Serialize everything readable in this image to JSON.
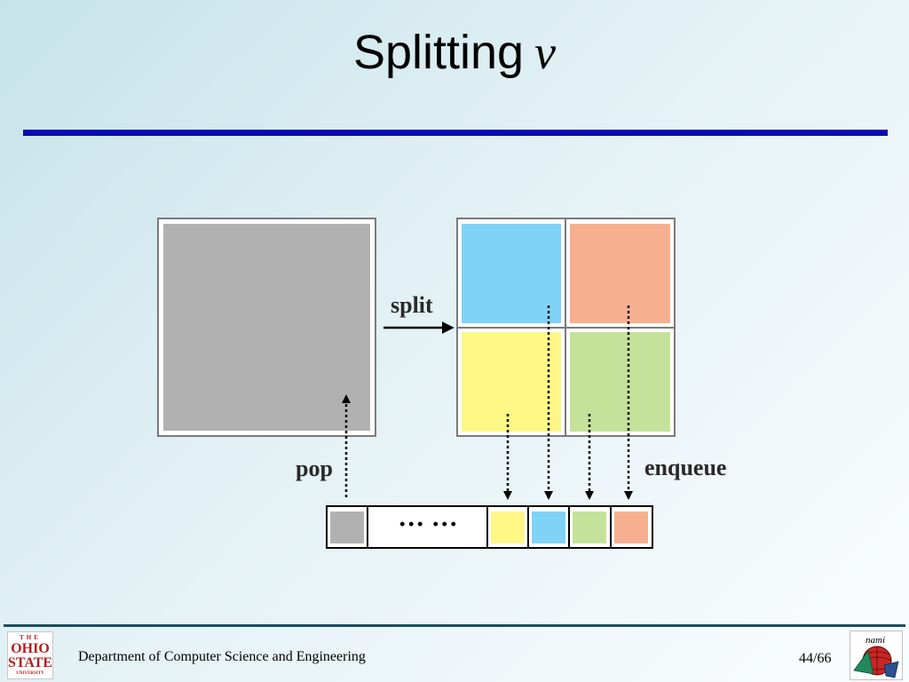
{
  "slide": {
    "title": "Splitting",
    "title_symbol": "ν",
    "footer_text": "Department of Computer Science and Engineering",
    "page_number": "44/66"
  },
  "diagram": {
    "labels": {
      "split": "split",
      "pop": "pop",
      "enqueue": "enqueue",
      "ellipsis": "··· ···"
    },
    "colors": {
      "gray": "#b1b1b1",
      "blue": "#7fd3f7",
      "orange": "#f7b08f",
      "yellow": "#fef786",
      "green": "#c5e29b"
    }
  },
  "logos": {
    "osu": {
      "line1": "THE",
      "line2": "OHIO",
      "line3": "STATE",
      "line4": "UNIVERSITY"
    },
    "right_logo_text": "nami"
  }
}
